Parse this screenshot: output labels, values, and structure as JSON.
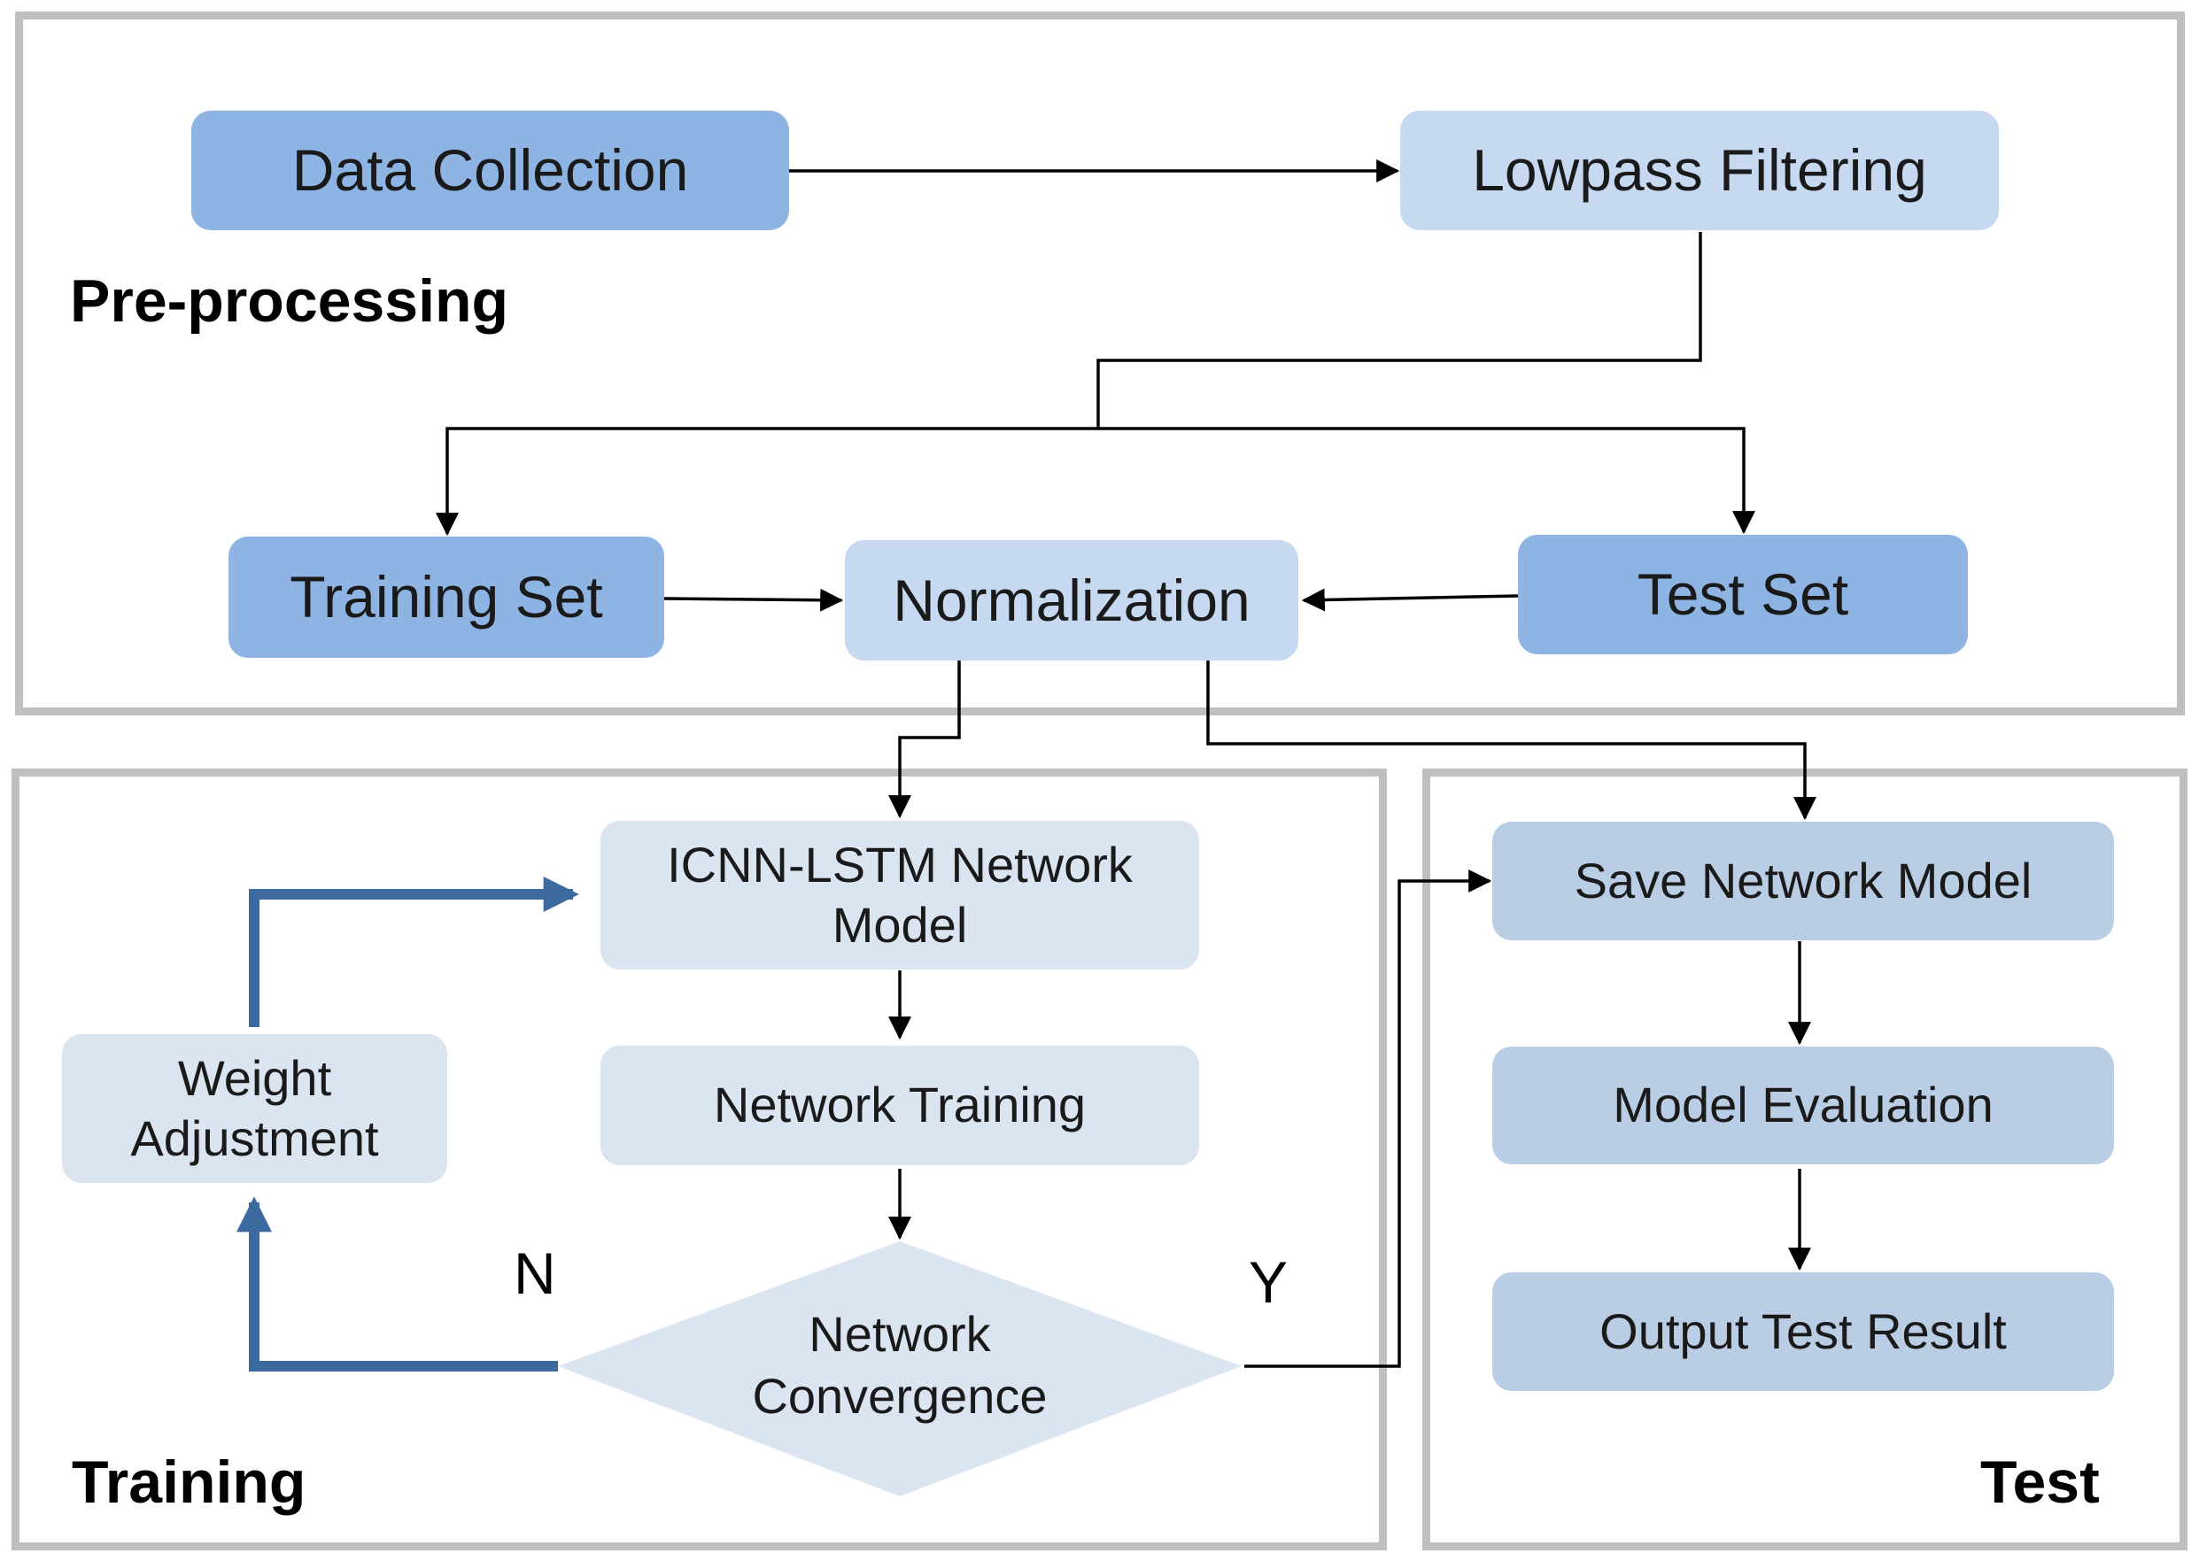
{
  "panels": {
    "preprocessing": {
      "title": "Pre-processing"
    },
    "training": {
      "title": "Training"
    },
    "test": {
      "title": "Test"
    }
  },
  "nodes": {
    "data_collection": "Data Collection",
    "lowpass_filtering": "Lowpass Filtering",
    "training_set": "Training Set",
    "normalization": "Normalization",
    "test_set": "Test Set",
    "icnn_lstm_line1": "ICNN-LSTM Network",
    "icnn_lstm_line2": "Model",
    "network_training": "Network Training",
    "weight_adjustment_line1": "Weight",
    "weight_adjustment_line2": "Adjustment",
    "network_convergence_line1": "Network",
    "network_convergence_line2": "Convergence",
    "save_network_model": "Save Network Model",
    "model_evaluation": "Model Evaluation",
    "output_test_result": "Output Test Result"
  },
  "edge_labels": {
    "no": "N",
    "yes": "Y"
  },
  "colors": {
    "panel_border": "#bfbfbf",
    "node_dark": "#8eb4e3",
    "node_light": "#c6d9f1",
    "node_pale": "#dbe5f2",
    "node_mid": "#b9cde5",
    "feedback_arrow": "#3d6a9e",
    "connector": "#000000"
  }
}
